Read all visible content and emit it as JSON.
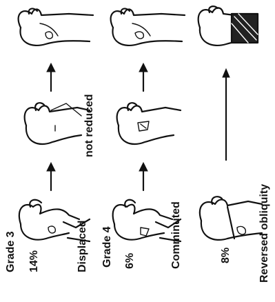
{
  "labels": {
    "grade3": "Grade 3",
    "grade4": "Grade 4",
    "pct_grade3": "14%",
    "pct_grade4": "6%",
    "pct_reversed": "8%",
    "displaced": "Displaced",
    "not_reduced": "not reduced",
    "comminuted": "Comminuted",
    "reversed_obliquity": "Reversed obliquity"
  }
}
